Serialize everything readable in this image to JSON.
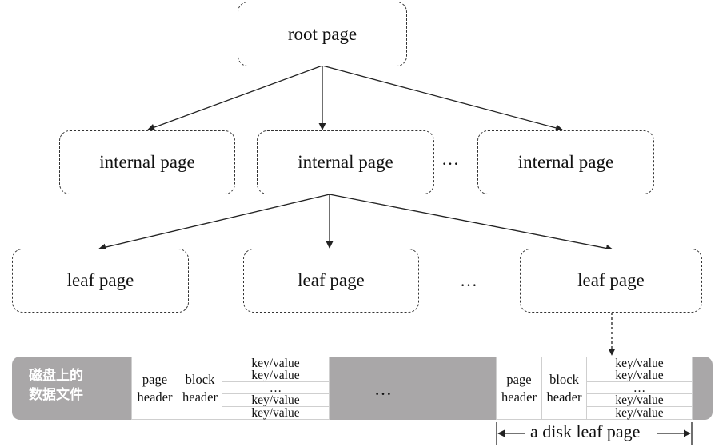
{
  "tree": {
    "root": {
      "label": "root page"
    },
    "internal": [
      {
        "label": "internal page"
      },
      {
        "label": "internal page"
      },
      {
        "label": "internal page"
      }
    ],
    "internal_ellipsis": "…",
    "leaves": [
      {
        "label": "leaf page"
      },
      {
        "label": "leaf page"
      },
      {
        "label": "leaf page"
      }
    ],
    "leaf_ellipsis": "…"
  },
  "disk": {
    "label": "磁盘上的\n数据文件",
    "middle_ellipsis": "…",
    "blocks": [
      {
        "page_header": "page\nheader",
        "block_header": "block\nheader",
        "rows": [
          "key/value",
          "key/value",
          "…",
          "key/value",
          "key/value"
        ]
      },
      {
        "page_header": "page\nheader",
        "block_header": "block\nheader",
        "rows": [
          "key/value",
          "key/value",
          "…",
          "key/value",
          "key/value"
        ]
      }
    ],
    "range_label": "a disk leaf page"
  },
  "colors": {
    "strip": "#a9a7a8",
    "line": "#222222",
    "dashed_border": "#333333"
  }
}
